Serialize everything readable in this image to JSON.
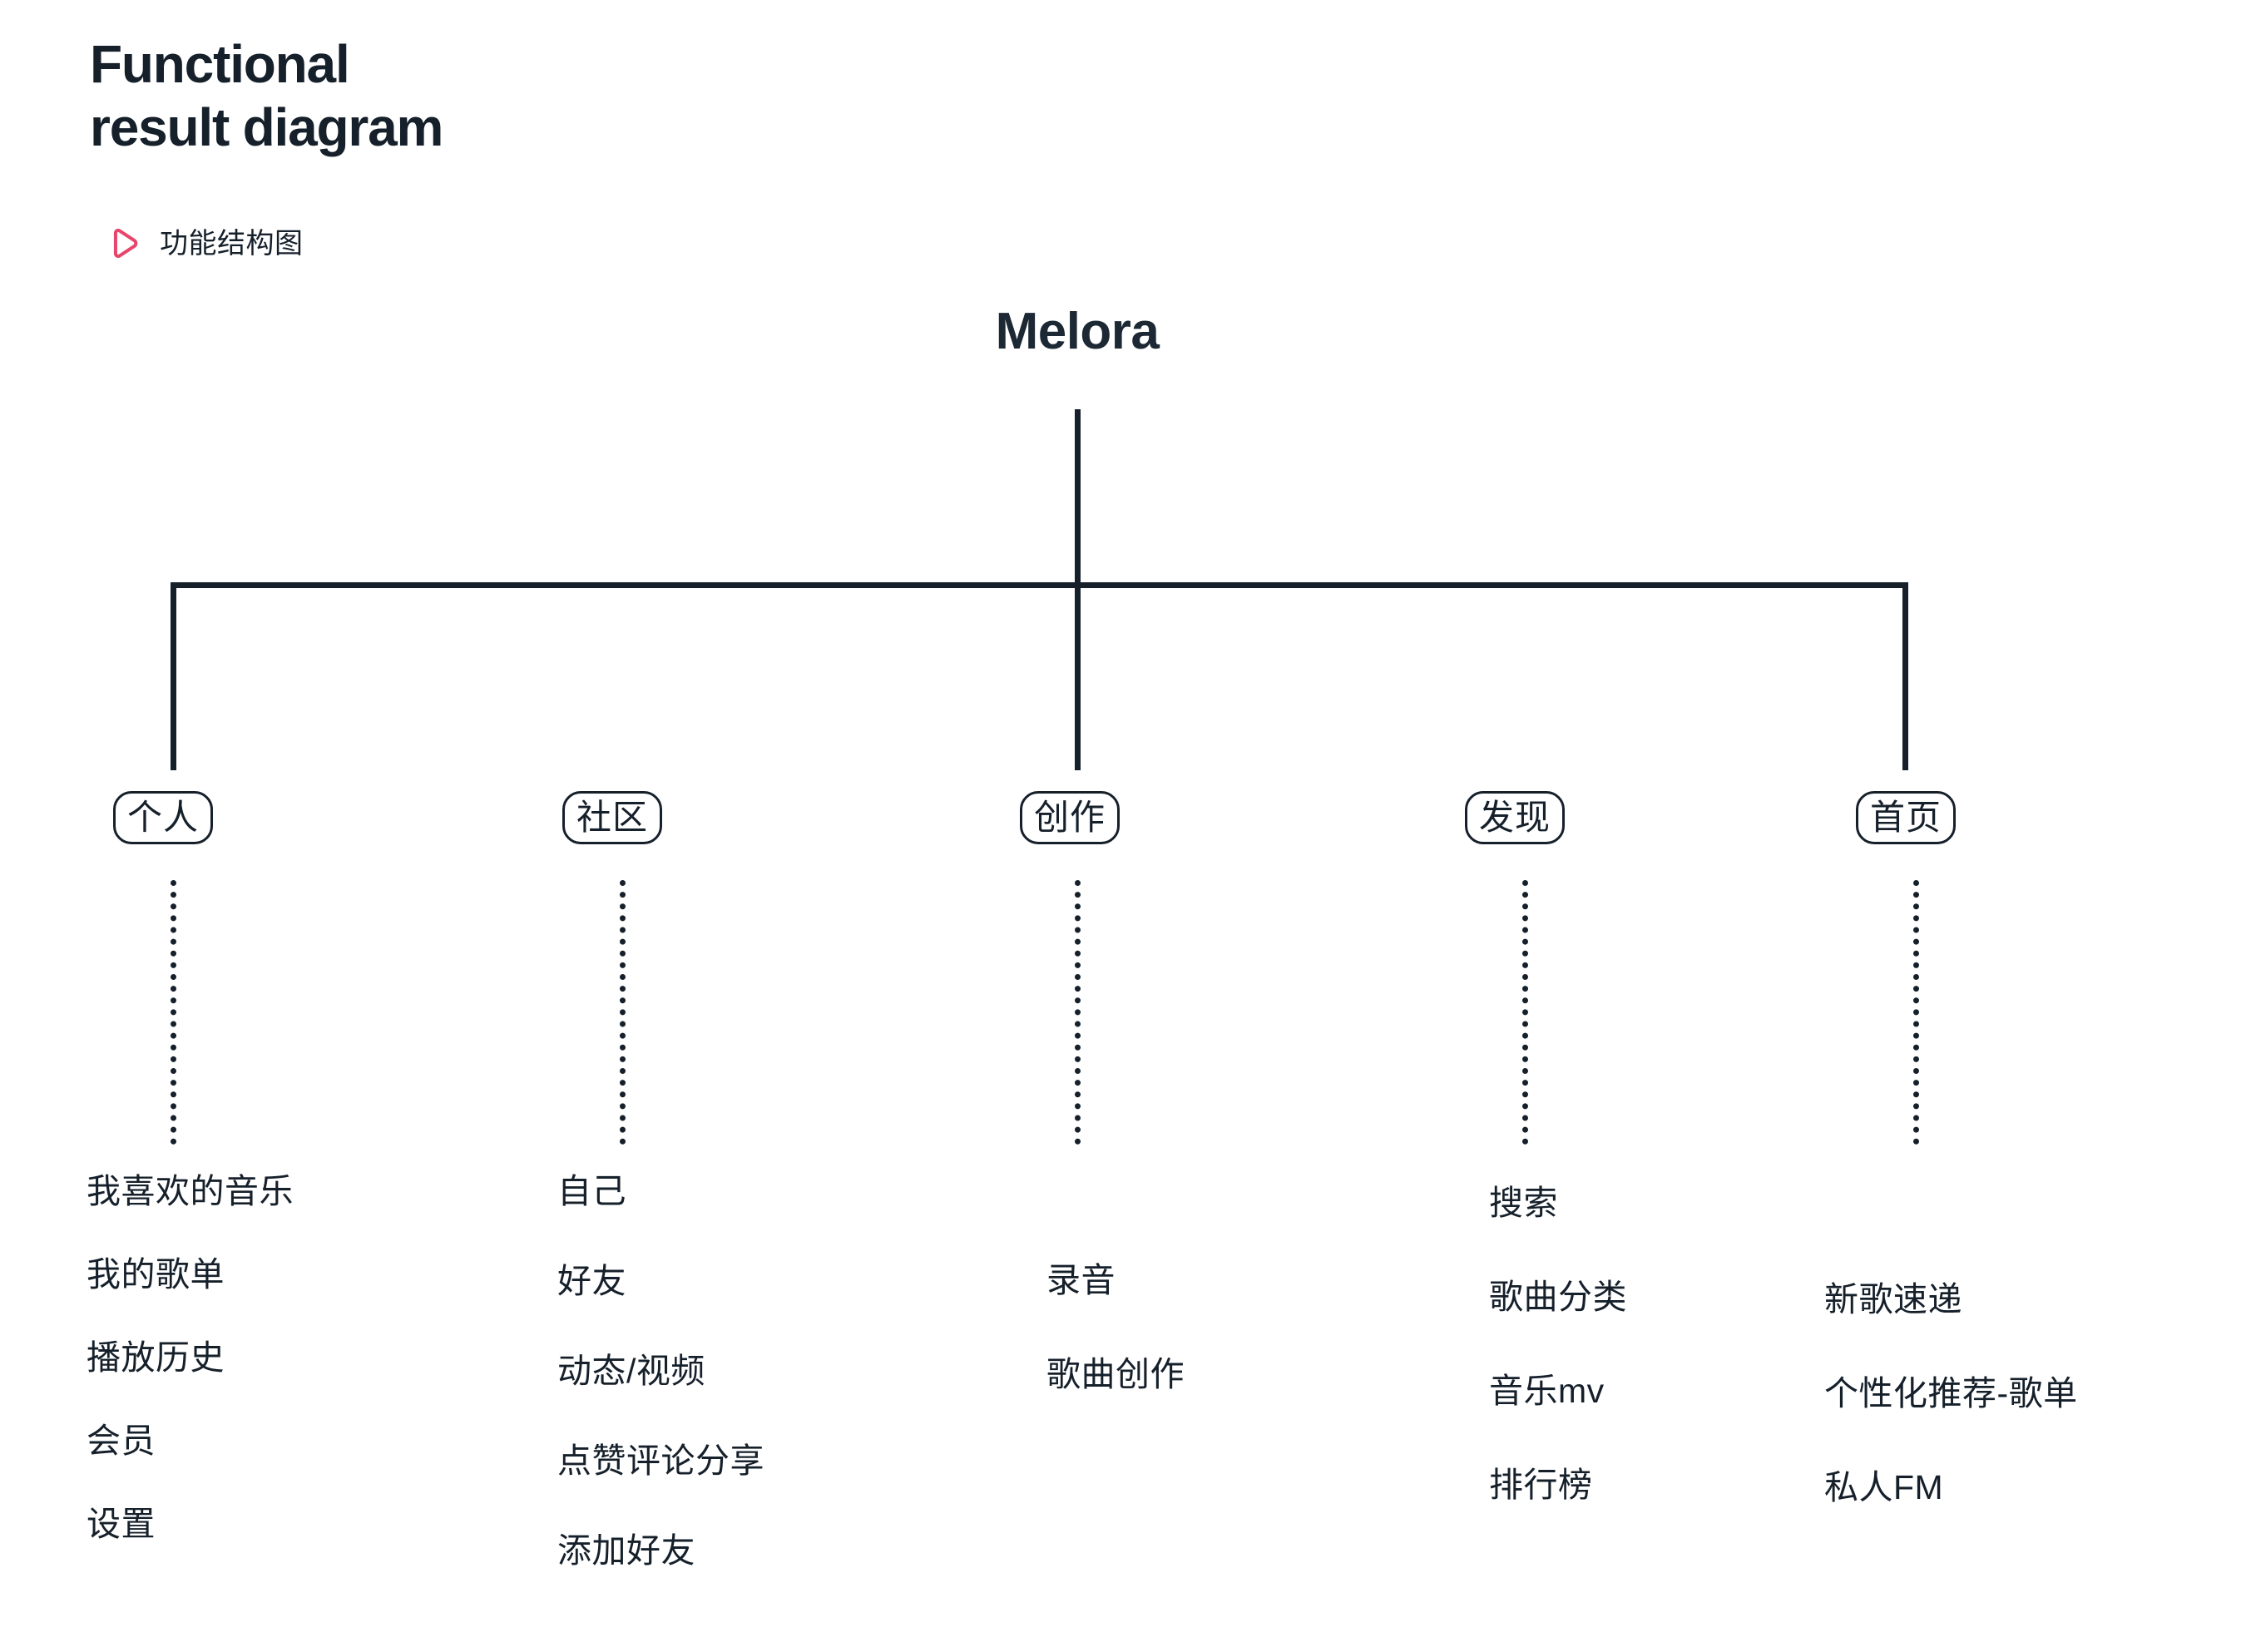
{
  "header": {
    "title_line1": "Functional",
    "title_line2": "result diagram",
    "subtitle": "功能结构图",
    "icon": "play-triangle-outline-icon",
    "accent_color": "#e8456b",
    "ink_color": "#16202b"
  },
  "diagram": {
    "type": "tree",
    "root": "Melora",
    "nodes": [
      {
        "label": "个人",
        "children": [
          "我喜欢的音乐",
          "我的歌单",
          "播放历史",
          "会员",
          "设置"
        ]
      },
      {
        "label": "社区",
        "children": [
          "自己",
          "好友",
          "动态/视频",
          "点赞评论分享",
          "添加好友"
        ]
      },
      {
        "label": "创作",
        "children": [
          "录音",
          "歌曲创作"
        ]
      },
      {
        "label": "发现",
        "children": [
          "搜索",
          "歌曲分类",
          "音乐mv",
          "排行榜"
        ]
      },
      {
        "label": "首页",
        "children": [
          "新歌速递",
          "个性化推荐-歌单",
          "私人FM"
        ]
      }
    ]
  }
}
